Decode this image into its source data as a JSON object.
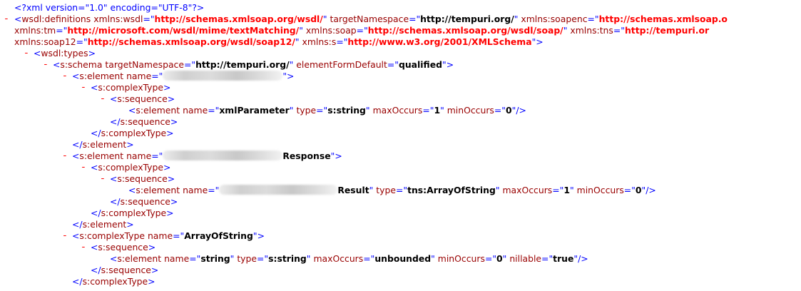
{
  "xml_decl": "<?xml version=\"1.0\" encoding=\"UTF-8\"?>",
  "toggle_symbol": "-",
  "q": "\"",
  "eq": "=",
  "lt": "<",
  "gt": ">",
  "lt_slash": "</",
  "slash_gt": "/>",
  "definitions": {
    "tag": "wsdl:definitions",
    "attrs": [
      {
        "name": "xmlns:wsdl",
        "value": "http://schemas.xmlsoap.org/wsdl/"
      },
      {
        "name": "targetNamespace",
        "value": "http://tempuri.org/"
      },
      {
        "name": "xmlns:soapenc",
        "value": "http://schemas.xmlsoap.o"
      },
      {
        "name": "xmlns:tm",
        "value": "http://microsoft.com/wsdl/mime/textMatching/"
      },
      {
        "name": "xmlns:soap",
        "value": "http://schemas.xmlsoap.org/wsdl/soap/"
      },
      {
        "name": "xmlns:tns",
        "value": "http://tempuri.or"
      },
      {
        "name": "xmlns:soap12",
        "value": "http://schemas.xmlsoap.org/wsdl/soap12/"
      },
      {
        "name": "xmlns:s",
        "value": "http://www.w3.org/2001/XMLSchema"
      }
    ]
  },
  "types_tag": "wsdl:types",
  "schema": {
    "tag": "s:schema",
    "attr1": "targetNamespace",
    "val1": "http://tempuri.org/",
    "attr2": "elementFormDefault",
    "val2": "qualified"
  },
  "tags": {
    "element": "s:element",
    "complex_type": "s:complexType",
    "sequence": "s:sequence"
  },
  "attr_names": {
    "name": "name",
    "type": "type",
    "max_occurs": "maxOccurs",
    "min_occurs": "minOccurs",
    "nillable": "nillable"
  },
  "element1": {
    "child": {
      "name": "xmlParameter",
      "type": "s:string",
      "max": "1",
      "min": "0"
    }
  },
  "element2": {
    "name_suffix": "Response",
    "child": {
      "name_suffix": "Result",
      "type": "tns:ArrayOfString",
      "max": "1",
      "min": "0"
    }
  },
  "array_type": {
    "name": "ArrayOfString",
    "child": {
      "name": "string",
      "type": "s:string",
      "max": "unbounded",
      "min": "0",
      "nillable": "true"
    }
  }
}
